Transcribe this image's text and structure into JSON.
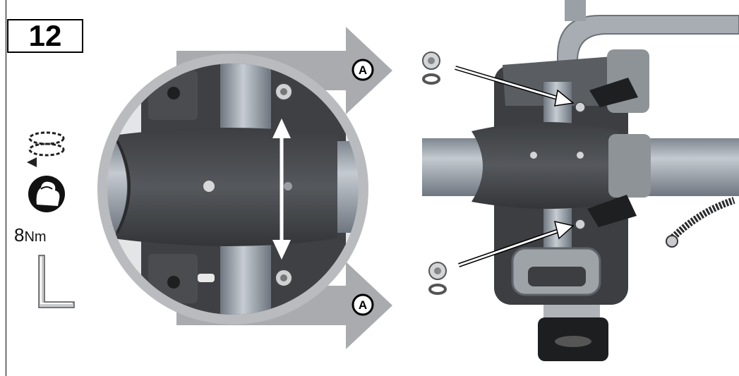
{
  "step": {
    "number": "12"
  },
  "torque": {
    "value": "8",
    "unit": "Nm"
  },
  "markers": {
    "upper": "A",
    "lower": "A"
  },
  "colors": {
    "arrow": "#a9abae",
    "ring": "#b9bbbe",
    "plastic": "#4b4d50",
    "tube": "#9aa2ab",
    "ink": "#000000"
  },
  "icons": [
    "rotate-tighten-icon",
    "torque-arm-icon",
    "allen-key-icon"
  ]
}
